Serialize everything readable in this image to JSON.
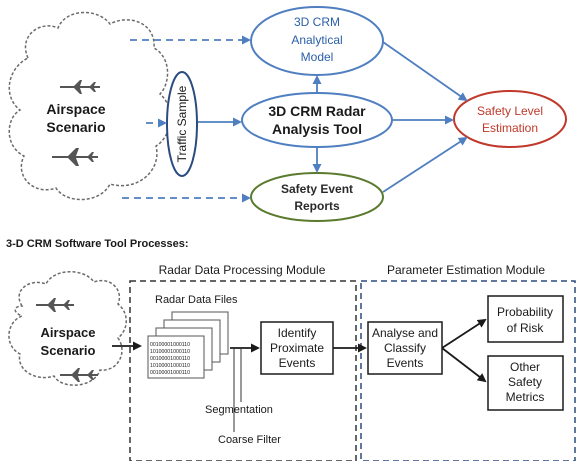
{
  "top": {
    "cloud_label": [
      "Airspace",
      "Scenario"
    ],
    "traffic_sample": "Traffic Sample",
    "analytical_model": [
      "3D CRM",
      "Analytical",
      "Model"
    ],
    "radar_tool": [
      "3D CRM Radar",
      "Analysis Tool"
    ],
    "safety_level": [
      "Safety Level",
      "Estimation"
    ],
    "safety_event": [
      "Safety Event",
      "Reports"
    ]
  },
  "section_title": "3-D CRM Software Tool Processes:",
  "bottom": {
    "radar_module_title": "Radar Data Processing Module",
    "param_module_title": "Parameter Estimation Module",
    "radar_files_label": "Radar Data Files",
    "file_bits": [
      "00100001000110",
      "10100001000110",
      "00100001000110",
      "10100001000110",
      "00100001000110"
    ],
    "cloud_label": [
      "Airspace",
      "Scenario"
    ],
    "identify": [
      "Identify",
      "Proximate",
      "Events"
    ],
    "analyse": [
      "Analyse and",
      "Classify",
      "Events"
    ],
    "probability": [
      "Probability",
      "of Risk"
    ],
    "other_metrics": [
      "Other",
      "Safety",
      "Metrics"
    ],
    "segmentation": "Segmentation",
    "coarse_filter": "Coarse Filter"
  },
  "colors": {
    "blue": "#4f7fc0",
    "dark_blue": "#2b5fa8",
    "red": "#c0392b",
    "olive": "#5a7a2e",
    "gray": "#8a8a8a"
  }
}
